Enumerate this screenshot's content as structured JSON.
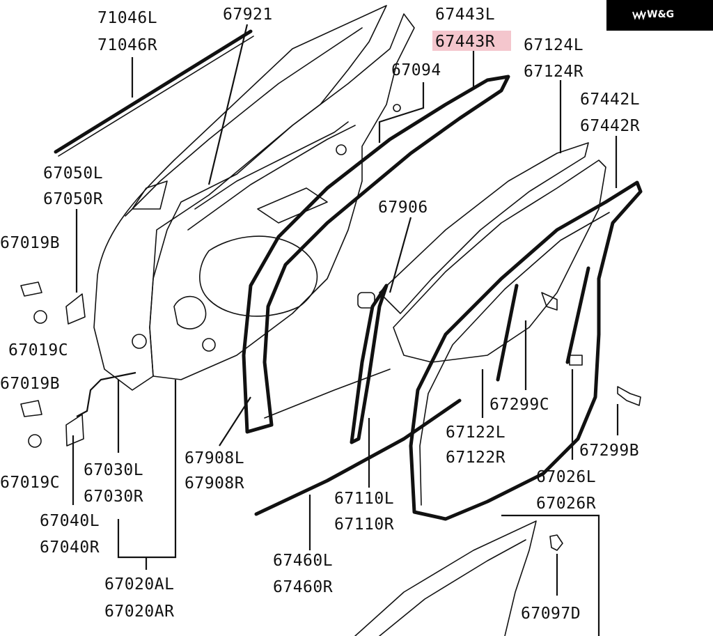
{
  "brand": {
    "logo_text": "W&G"
  },
  "highlight_color": "#f4c6cd",
  "labels": {
    "p71046L": "71046L",
    "p71046R": "71046R",
    "p67921": "67921",
    "p67443L": "67443L",
    "p67443R": "67443R",
    "p67094": "67094",
    "p67124L": "67124L",
    "p67124R": "67124R",
    "p67442L": "67442L",
    "p67442R": "67442R",
    "p67050L": "67050L",
    "p67050R": "67050R",
    "p67906": "67906",
    "p67019B_1": "67019B",
    "p67019C_1": "67019C",
    "p67019B_2": "67019B",
    "p67019C_2": "67019C",
    "p67299C": "67299C",
    "p67122L": "67122L",
    "p67122R": "67122R",
    "p67299B": "67299B",
    "p67908L": "67908L",
    "p67908R": "67908R",
    "p67030L": "67030L",
    "p67030R": "67030R",
    "p67026L": "67026L",
    "p67026R": "67026R",
    "p67110L": "67110L",
    "p67110R": "67110R",
    "p67040L": "67040L",
    "p67040R": "67040R",
    "p67460L": "67460L",
    "p67460R": "67460R",
    "p67020AL": "67020AL",
    "p67020AR": "67020AR",
    "p67097D": "67097D"
  },
  "highlighted_part": "67443R"
}
